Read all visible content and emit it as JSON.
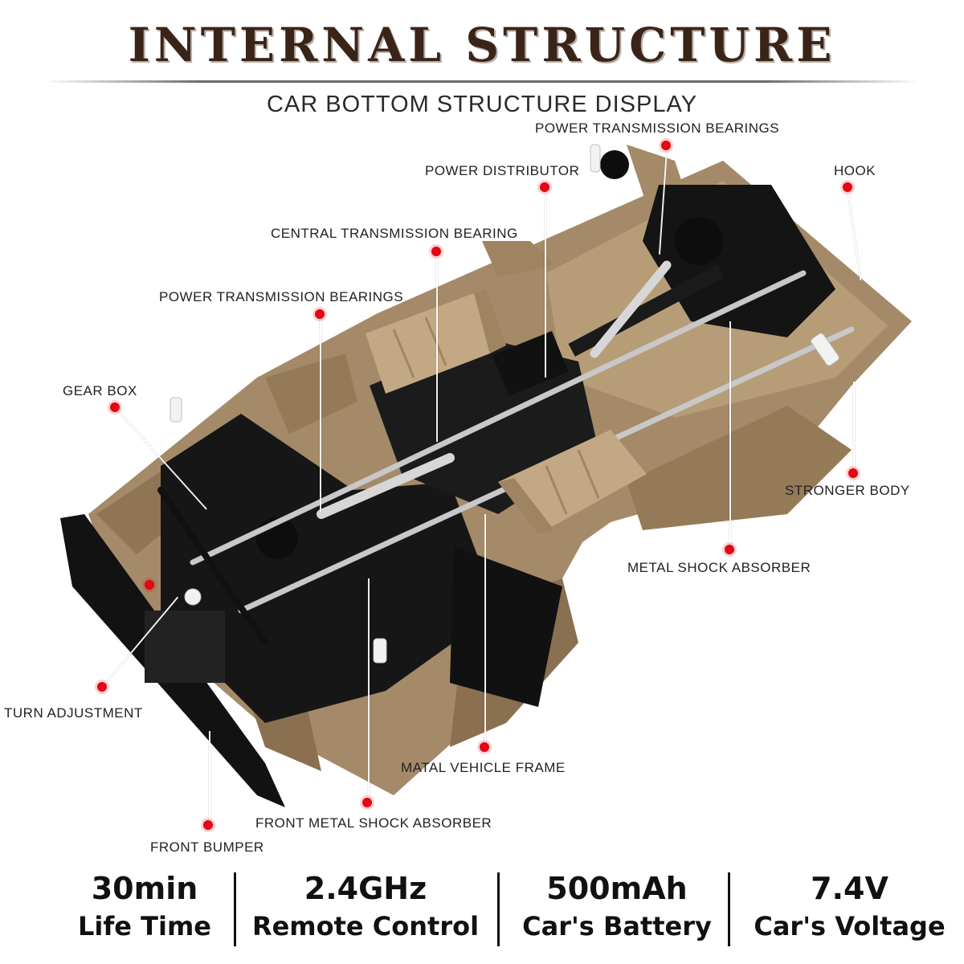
{
  "header": {
    "title": "INTERNAL STRUCTURE",
    "subtitle": "CAR BOTTOM STRUCTURE DISPLAY"
  },
  "callouts": {
    "power_transmission_bearings_rear": "POWER TRANSMISSION BEARINGS",
    "power_distributor": "POWER DISTRIBUTOR",
    "hook": "HOOK",
    "central_transmission_bearing": "CENTRAL TRANSMISSION BEARING",
    "power_transmission_bearings_front": "POWER TRANSMISSION BEARINGS",
    "gear_box": "GEAR BOX",
    "stronger_body": "STRONGER BODY",
    "metal_shock_absorber": "METAL SHOCK ABSORBER",
    "turn_adjustment": "TURN ADJUSTMENT",
    "vehicle_frame": "MATAL VEHICLE FRAME",
    "front_metal_shock_absorber": "FRONT METAL SHOCK ABSORBER",
    "front_bumper": "FRONT BUMPER"
  },
  "specs": [
    {
      "value": "30min",
      "caption": "Life Time"
    },
    {
      "value": "2.4GHz",
      "caption": "Remote Control"
    },
    {
      "value": "500mAh",
      "caption": "Car's Battery"
    },
    {
      "value": "7.4V",
      "caption": "Car's Voltage"
    }
  ],
  "colors": {
    "title": "#3a2418",
    "marker": "#e30613",
    "body_tan": "#a48a68",
    "chassis_black": "#161616"
  }
}
